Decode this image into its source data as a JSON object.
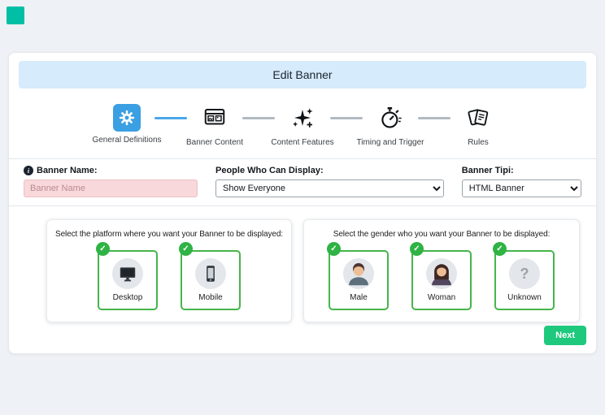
{
  "app": {
    "title": "Edit Banner",
    "next_label": "Next"
  },
  "colors": {
    "accent_blue": "#3b9fe3",
    "success_green": "#2fb344",
    "option_border_green": "#46b54a",
    "header_bg": "#d6ebfb",
    "logo_teal": "#00bfa5",
    "input_pink_bg": "#f8d8da",
    "next_green": "#1ec97e"
  },
  "icons": {
    "check": "✓",
    "question": "?",
    "info": "i"
  },
  "stepper": {
    "steps": [
      {
        "label": "General Definitions",
        "icon": "gear-icon",
        "active": true
      },
      {
        "label": "Banner Content",
        "icon": "banner-content-icon",
        "active": false
      },
      {
        "label": "Content Features",
        "icon": "sparkles-icon",
        "active": false
      },
      {
        "label": "Timing and Trigger",
        "icon": "stopwatch-icon",
        "active": false
      },
      {
        "label": "Rules",
        "icon": "rules-icon",
        "active": false
      }
    ]
  },
  "form": {
    "banner_name": {
      "label": "Banner Name:",
      "placeholder": "Banner Name",
      "value": ""
    },
    "audience": {
      "label": "People Who Can Display:",
      "value": "Show Everyone"
    },
    "banner_type": {
      "label": "Banner Tipi:",
      "value": "HTML Banner"
    }
  },
  "platform_panel": {
    "title": "Select the platform where you want your Banner to be displayed:",
    "options": [
      {
        "label": "Desktop",
        "selected": true
      },
      {
        "label": "Mobile",
        "selected": true
      }
    ]
  },
  "gender_panel": {
    "title": "Select the gender who you want your Banner to be displayed:",
    "options": [
      {
        "label": "Male",
        "selected": true
      },
      {
        "label": "Woman",
        "selected": true
      },
      {
        "label": "Unknown",
        "selected": true
      }
    ]
  }
}
